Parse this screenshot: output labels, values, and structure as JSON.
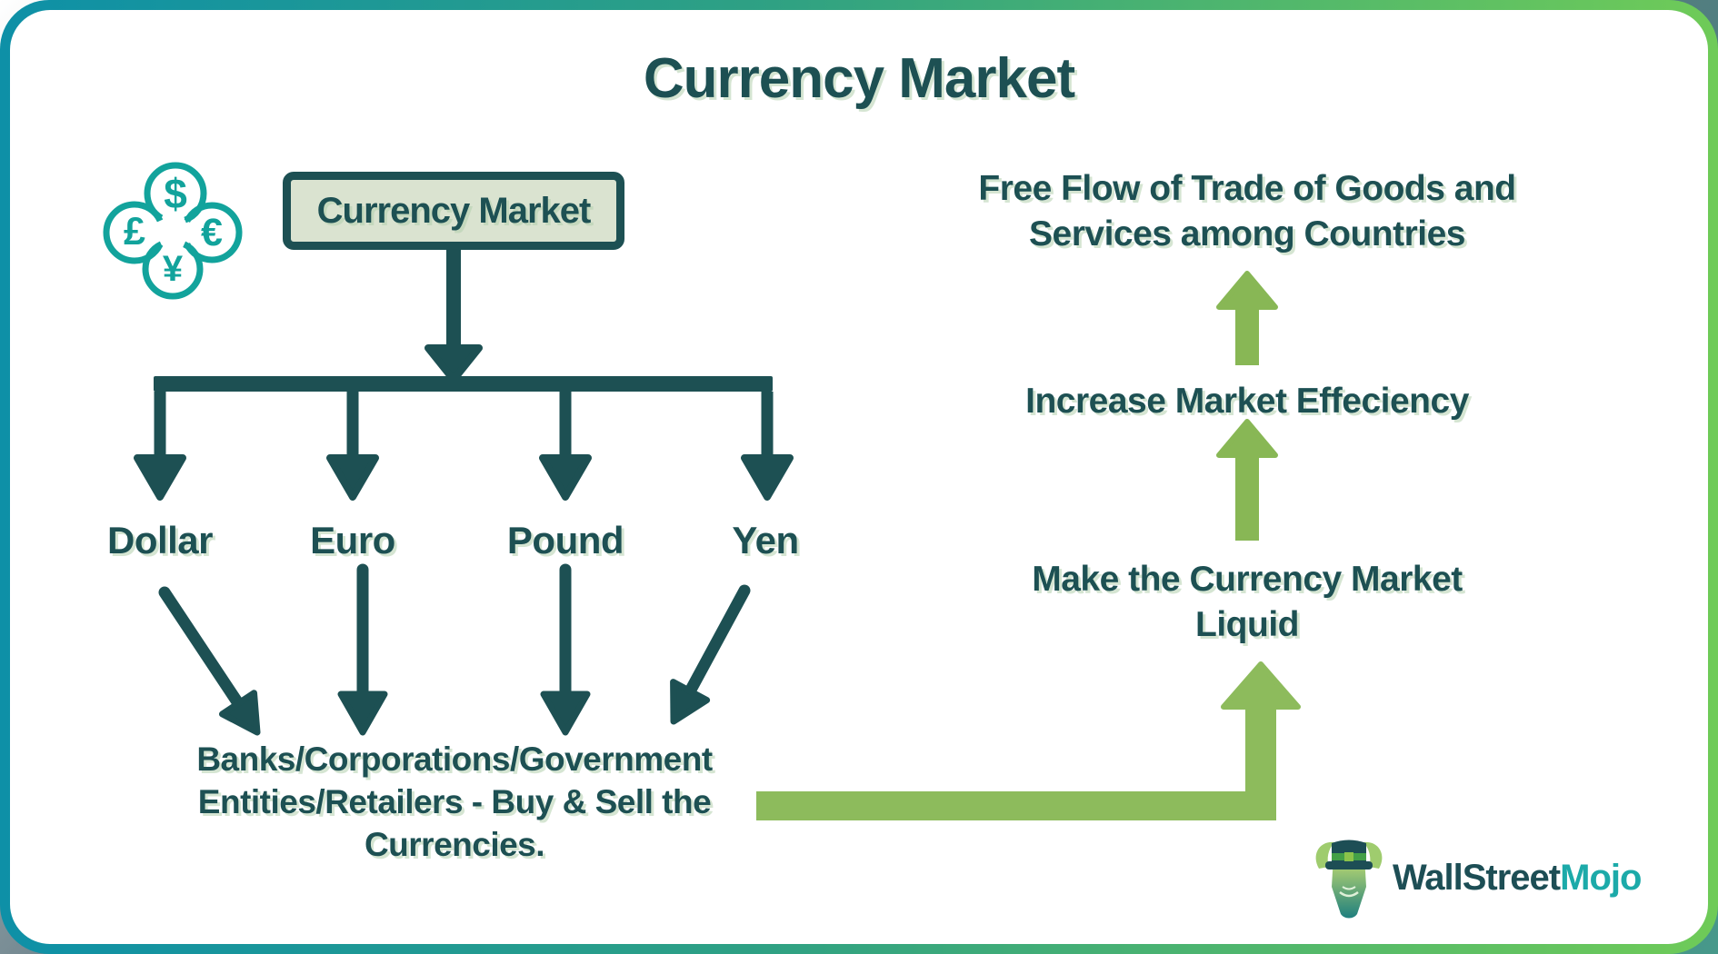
{
  "page": {
    "title": "Currency Market"
  },
  "colors": {
    "teal_dark": "#1D5053",
    "icon_teal": "#12A39C",
    "arrow_green": "#88B755",
    "big_arrow_green": "#8DBB5C",
    "box_fill": "#DAE3D0",
    "border_teal": "#0E90A7",
    "border_green": "#6FCB58",
    "logo_dark": "#1D4E55",
    "logo_teal": "#1CAAA9"
  },
  "currency_icon": {
    "dollar": "$",
    "pound": "£",
    "euro": "€",
    "yen": "¥"
  },
  "tree": {
    "root": "Currency Market",
    "branches": [
      {
        "label": "Dollar"
      },
      {
        "label": "Euro"
      },
      {
        "label": "Pound"
      },
      {
        "label": "Yen"
      }
    ],
    "participants": {
      "line1": "Banks/Corporations/Government",
      "line2": "Entities/Retailers - Buy & Sell the",
      "line3": "Currencies."
    }
  },
  "flow": {
    "free_flow": {
      "line1": "Free Flow of Trade of Goods and",
      "line2": "Services among Countries"
    },
    "efficiency": "Increase Market Effeciency",
    "liquidity": {
      "line1": "Make the Currency Market",
      "line2": "Liquid"
    }
  },
  "logo": {
    "part1": "WallStreet",
    "part2": "Mojo"
  }
}
